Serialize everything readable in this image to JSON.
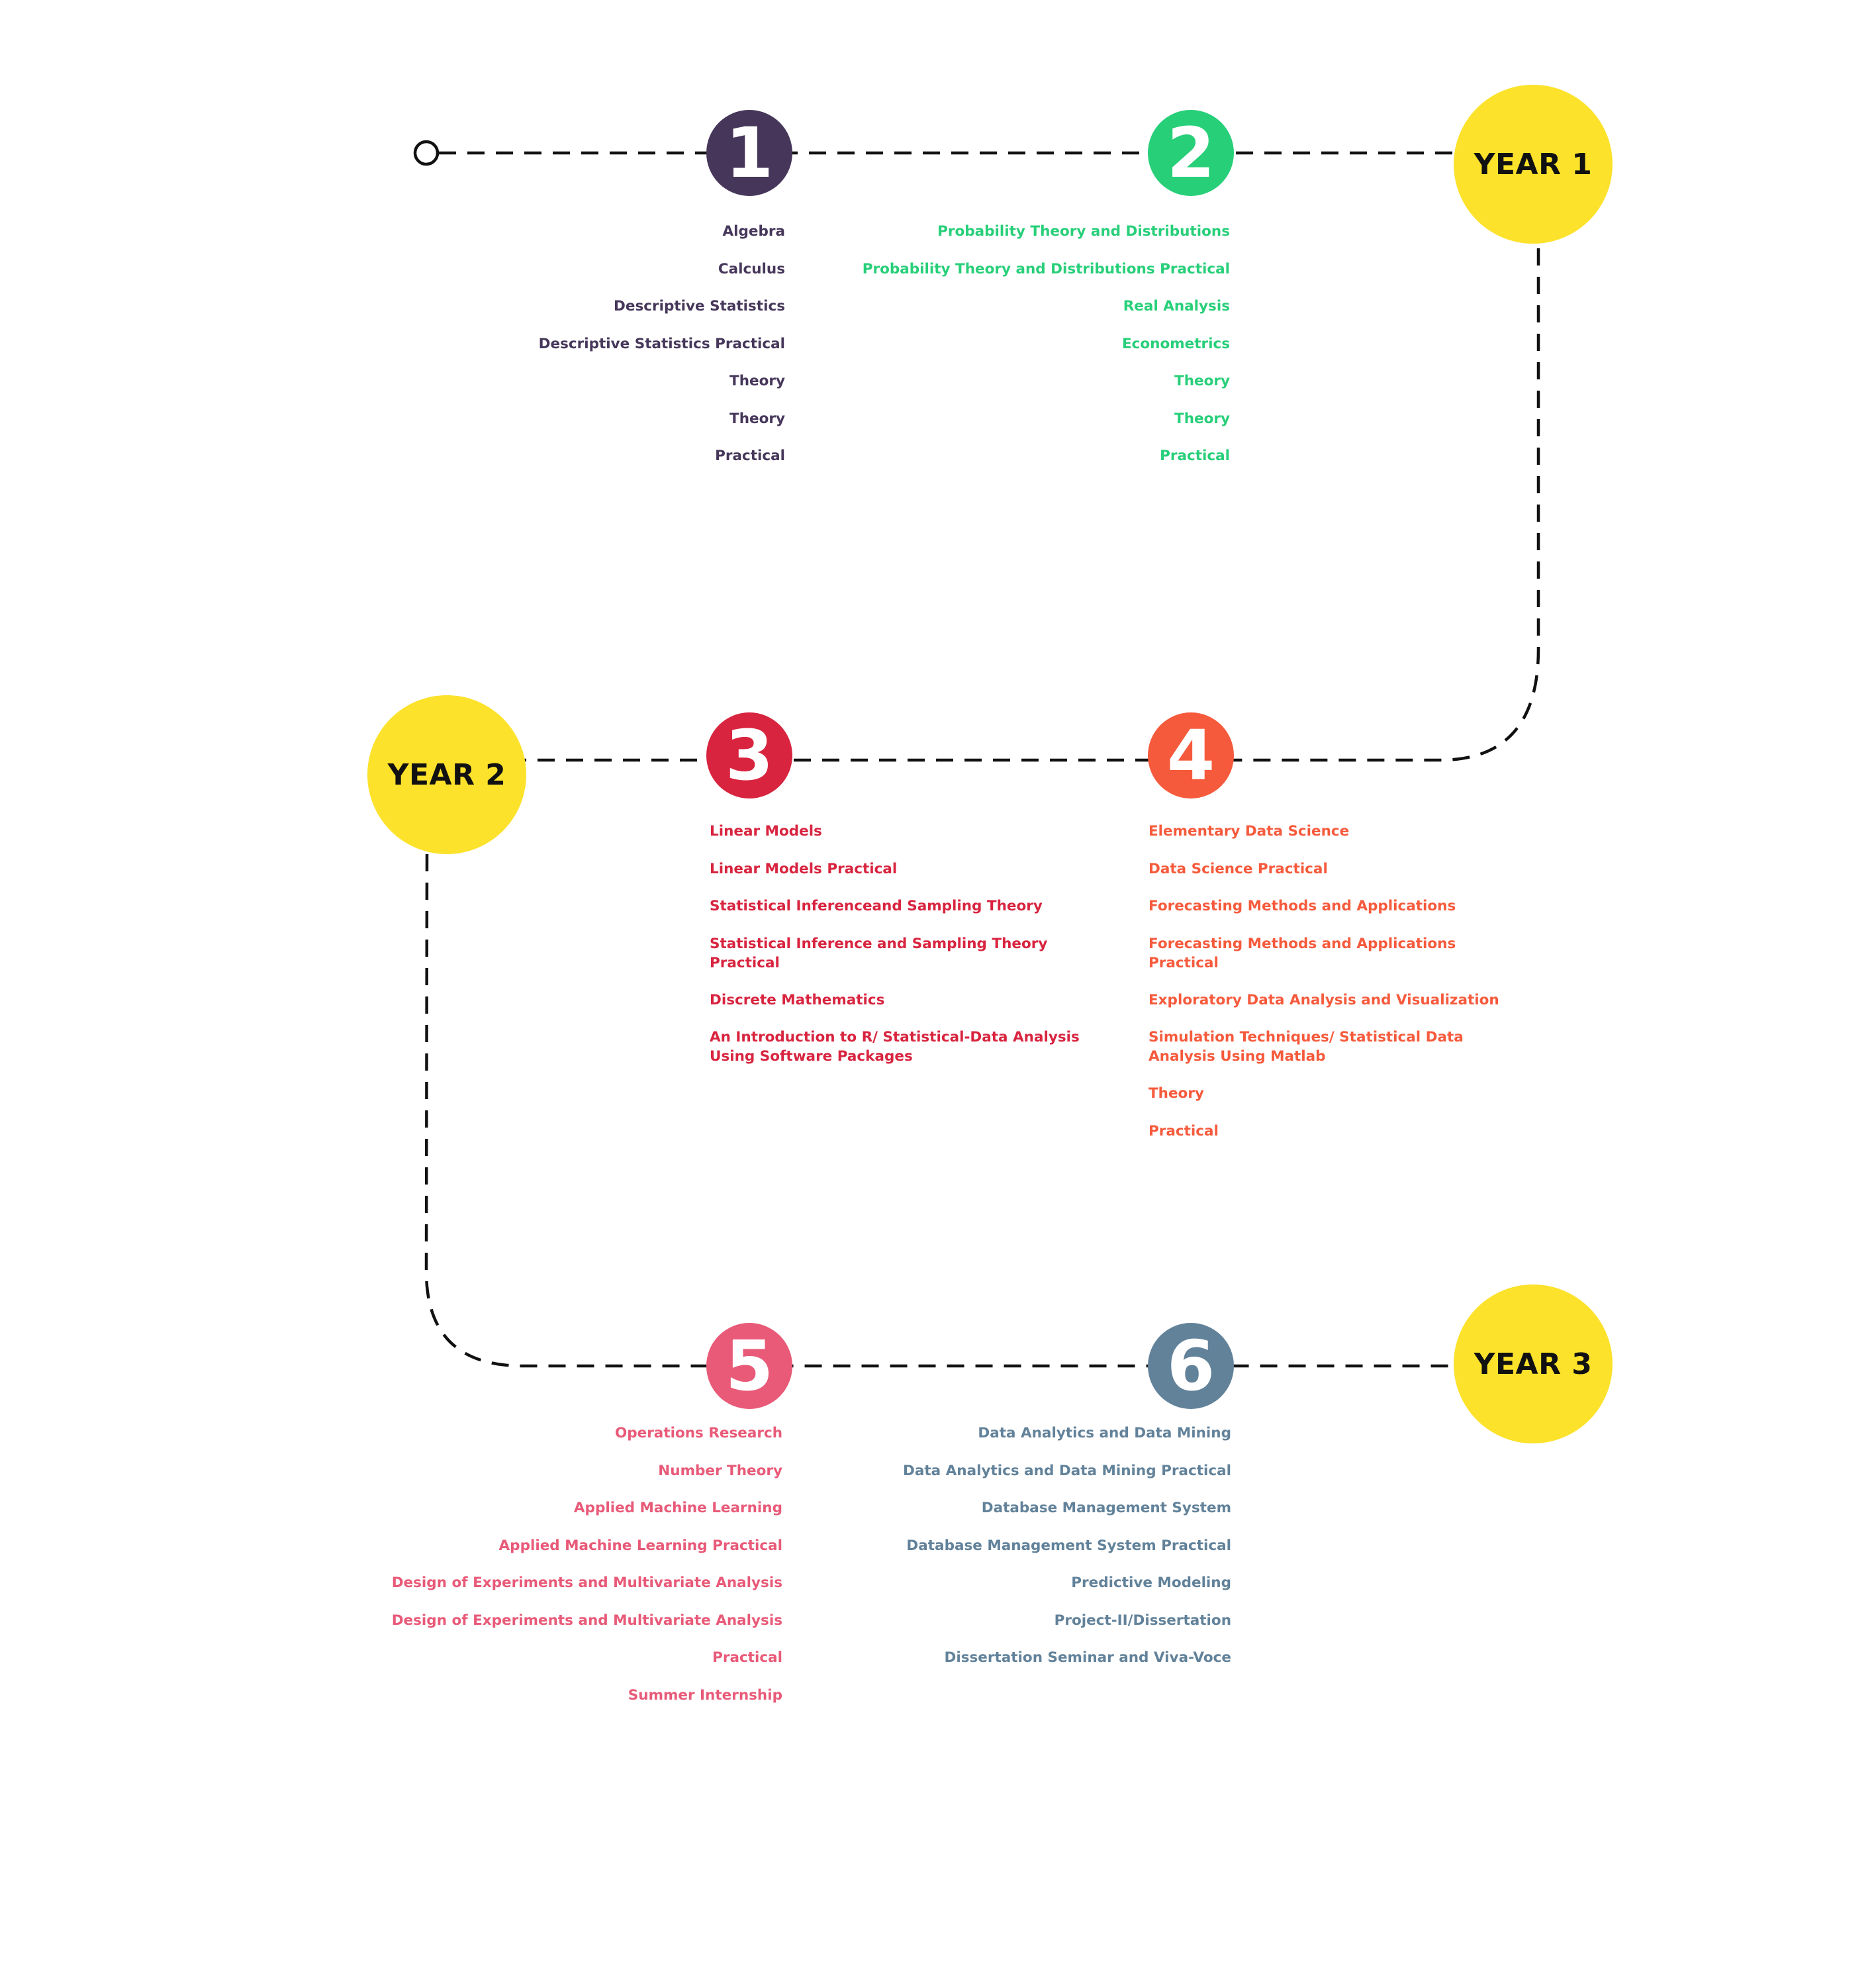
{
  "colors": {
    "dashed_line": "#111111",
    "year_circle": "#fce22b",
    "sem1": "#46375a",
    "sem2": "#27cf79",
    "sem3": "#d8243f",
    "sem4": "#f65a3c",
    "sem5": "#e85a78",
    "sem6": "#62829a"
  },
  "years": [
    {
      "label": "YEAR 1"
    },
    {
      "label": "YEAR 2"
    },
    {
      "label": "YEAR 3"
    }
  ],
  "semesters": [
    {
      "number": "1",
      "subjects": [
        "Algebra",
        "Calculus",
        "Descriptive Statistics",
        "Descriptive Statistics Practical",
        "Theory",
        "Theory",
        "Practical"
      ]
    },
    {
      "number": "2",
      "subjects": [
        "Probability Theory and Distributions",
        "Probability Theory and Distributions Practical",
        "Real Analysis",
        "Econometrics",
        "Theory",
        "Theory",
        "Practical"
      ]
    },
    {
      "number": "3",
      "subjects": [
        "Linear Models",
        "Linear Models Practical",
        "Statistical Inferenceand Sampling Theory",
        "Statistical Inference and Sampling Theory Practical",
        "Discrete Mathematics",
        "An Introduction to R/ Statistical-Data Analysis Using Software Packages"
      ]
    },
    {
      "number": "4",
      "subjects": [
        "Elementary Data Science",
        "Data Science Practical",
        "Forecasting Methods and Applications",
        "Forecasting Methods and Applications Practical",
        "Exploratory Data Analysis and Visualization",
        "Simulation Techniques/ Statistical Data Analysis Using Matlab",
        "Theory",
        "Practical"
      ]
    },
    {
      "number": "5",
      "subjects": [
        "Operations Research",
        "Number Theory",
        "Applied Machine Learning",
        "Applied Machine Learning Practical",
        "Design of Experiments and Multivariate Analysis",
        "Design of Experiments and Multivariate Analysis",
        "Practical",
        "Summer Internship"
      ]
    },
    {
      "number": "6",
      "subjects": [
        "Data Analytics and Data Mining",
        "Data Analytics and Data Mining Practical",
        "Database Management System",
        "Database Management System Practical",
        "Predictive Modeling",
        "Project-II/Dissertation",
        "Dissertation Seminar and Viva-Voce"
      ]
    }
  ]
}
